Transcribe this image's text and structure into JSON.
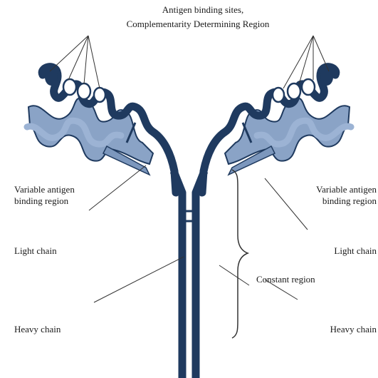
{
  "labels": {
    "cdr_line1": "Antigen binding sites,",
    "cdr_line2": "Complementarity Determining Region",
    "variable_left_line1": "Variable antigen",
    "variable_left_line2": "binding region",
    "variable_right_line1": "Variable antigen",
    "variable_right_line2": "binding region",
    "light_left": "Light chain",
    "light_right": "Light chain",
    "constant": "Constant region",
    "heavy_left": "Heavy chain",
    "heavy_right": "Heavy chain"
  },
  "colors": {
    "heavy_chain": "#1f3a5f",
    "light_chain": "#7c97bd",
    "cdr_loop": "#1f3a5f",
    "leader_line": "#333333",
    "text": "#1a1a1a"
  }
}
